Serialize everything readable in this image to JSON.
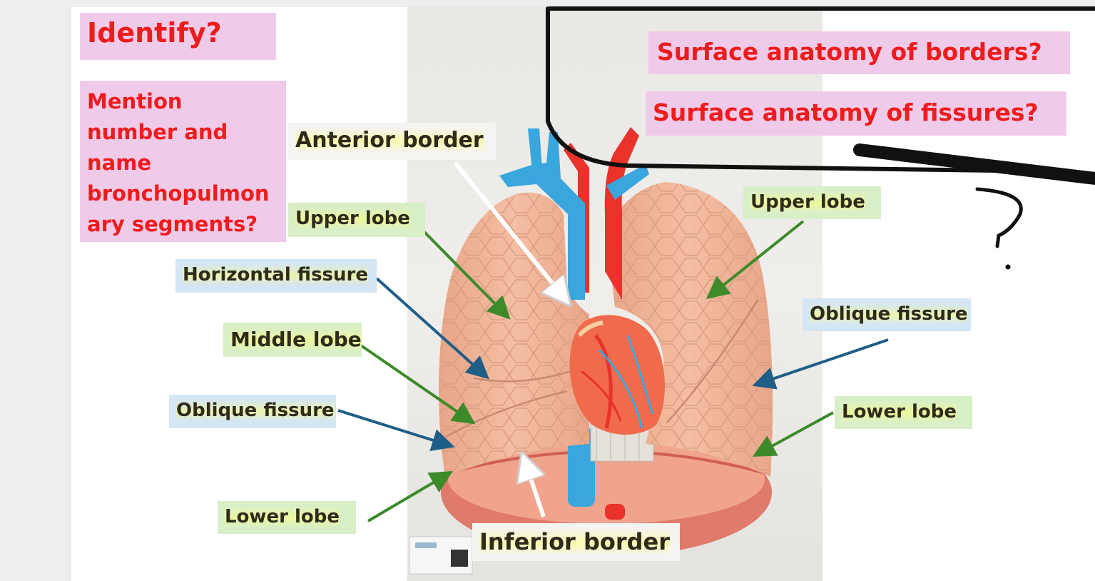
{
  "questions": {
    "identify": "Identify?",
    "segments_lines": [
      "Mention",
      "number and",
      "name",
      "bronchopulmon",
      "ary segments?"
    ],
    "borders": "Surface anatomy of borders?",
    "fissures": "Surface anatomy of fissures?"
  },
  "labels": {
    "anterior_border": "Anterior border",
    "upper_lobe_right": "Upper lobe",
    "horizontal_fissure": "Horizontal fissure",
    "middle_lobe": "Middle lobe",
    "oblique_fissure_right": "Oblique fissure",
    "lower_lobe_right": "Lower lobe",
    "inferior_border": "Inferior border",
    "upper_lobe_left": "Upper lobe",
    "oblique_fissure_left": "Oblique fissure",
    "lower_lobe_left": "Lower lobe"
  },
  "annotation": {
    "mark": "?"
  },
  "colors": {
    "question_text": "#ee1c1c",
    "question_bg": "#f0cbe9",
    "arrow_green": "#3c8a2a",
    "arrow_blue": "#1f5e86",
    "arrow_white": "#ffffff",
    "lung": "#f2b79a",
    "vessel_blue": "#3aa6de",
    "vessel_red": "#e8322a"
  }
}
